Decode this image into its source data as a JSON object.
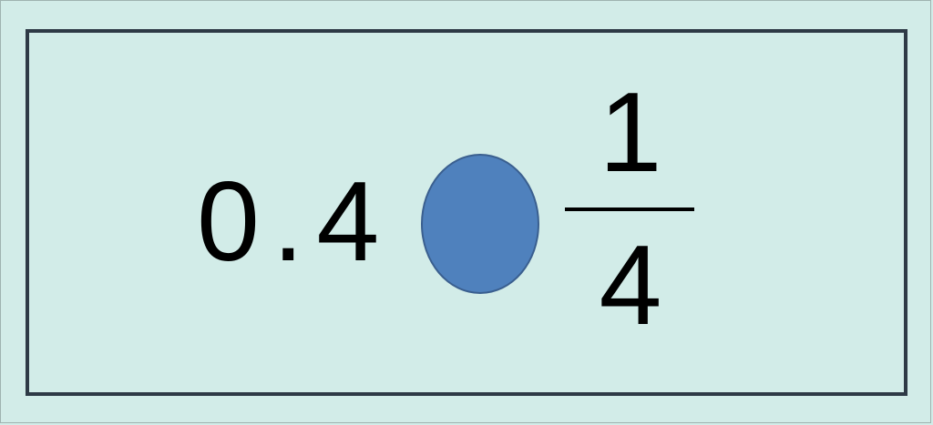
{
  "comparison": {
    "left_value": "0.4",
    "right_fraction": {
      "numerator": "1",
      "denominator": "4"
    }
  },
  "colors": {
    "background": "#d2ece8",
    "border": "#2e3a46",
    "circle_fill": "#4f81bd",
    "text": "#000000"
  }
}
